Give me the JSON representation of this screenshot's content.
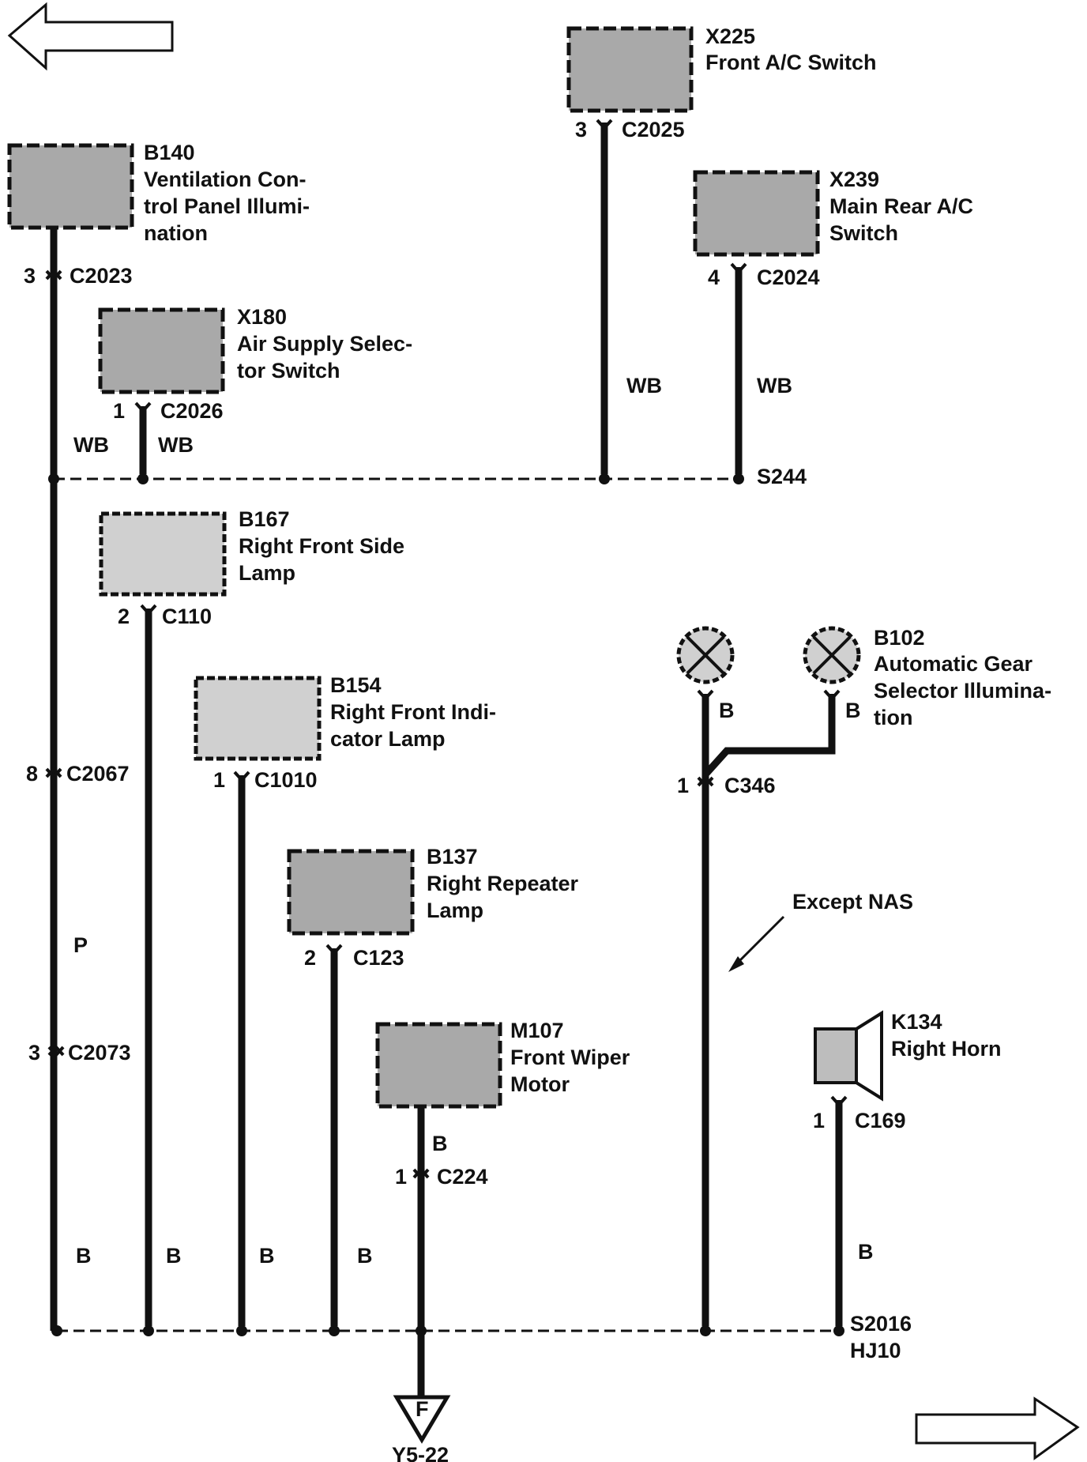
{
  "nav": {
    "prev_icon": "left-arrow-icon",
    "next_icon": "right-arrow-icon"
  },
  "components": {
    "x225": {
      "id": "X225",
      "name": "Front A/C Switch"
    },
    "b140": {
      "id": "B140",
      "name_lines": [
        "Ventilation Con-",
        "trol Panel Illumi-",
        "nation"
      ]
    },
    "x239": {
      "id": "X239",
      "name_lines": [
        "Main Rear A/C",
        "Switch"
      ]
    },
    "x180": {
      "id": "X180",
      "name_lines": [
        "Air Supply Selec-",
        "tor Switch"
      ]
    },
    "b167": {
      "id": "B167",
      "name_lines": [
        "Right Front Side",
        "Lamp"
      ]
    },
    "b102": {
      "id": "B102",
      "name_lines": [
        "Automatic Gear",
        "Selector Illumina-",
        "tion"
      ]
    },
    "b154": {
      "id": "B154",
      "name_lines": [
        "Right Front Indi-",
        "cator Lamp"
      ]
    },
    "b137": {
      "id": "B137",
      "name_lines": [
        "Right Repeater",
        "Lamp"
      ]
    },
    "m107": {
      "id": "M107",
      "name_lines": [
        "Front Wiper",
        "Motor"
      ]
    },
    "k134": {
      "id": "K134",
      "name": "Right Horn"
    }
  },
  "connectors": {
    "c2025": {
      "pin": "3",
      "name": "C2025"
    },
    "c2023": {
      "pin": "3",
      "name": "C2023"
    },
    "c2024": {
      "pin": "4",
      "name": "C2024"
    },
    "c2026": {
      "pin": "1",
      "name": "C2026"
    },
    "c110": {
      "pin": "2",
      "name": "C110"
    },
    "c1010": {
      "pin": "1",
      "name": "C1010"
    },
    "c2067": {
      "pin": "8",
      "name": "C2067"
    },
    "c346": {
      "pin": "1",
      "name": "C346"
    },
    "c123": {
      "pin": "2",
      "name": "C123"
    },
    "c2073": {
      "pin": "3",
      "name": "C2073"
    },
    "c169": {
      "pin": "1",
      "name": "C169"
    },
    "c224": {
      "pin": "1",
      "name": "C224"
    }
  },
  "wire_colors": {
    "wb": "WB",
    "b": "B",
    "p": "P"
  },
  "splices": {
    "s244": "S244",
    "s2016": "S2016",
    "hj10": "HJ10"
  },
  "notes": {
    "except_nas": "Except NAS"
  },
  "ground": {
    "letter": "F",
    "ref": "Y5-22"
  }
}
